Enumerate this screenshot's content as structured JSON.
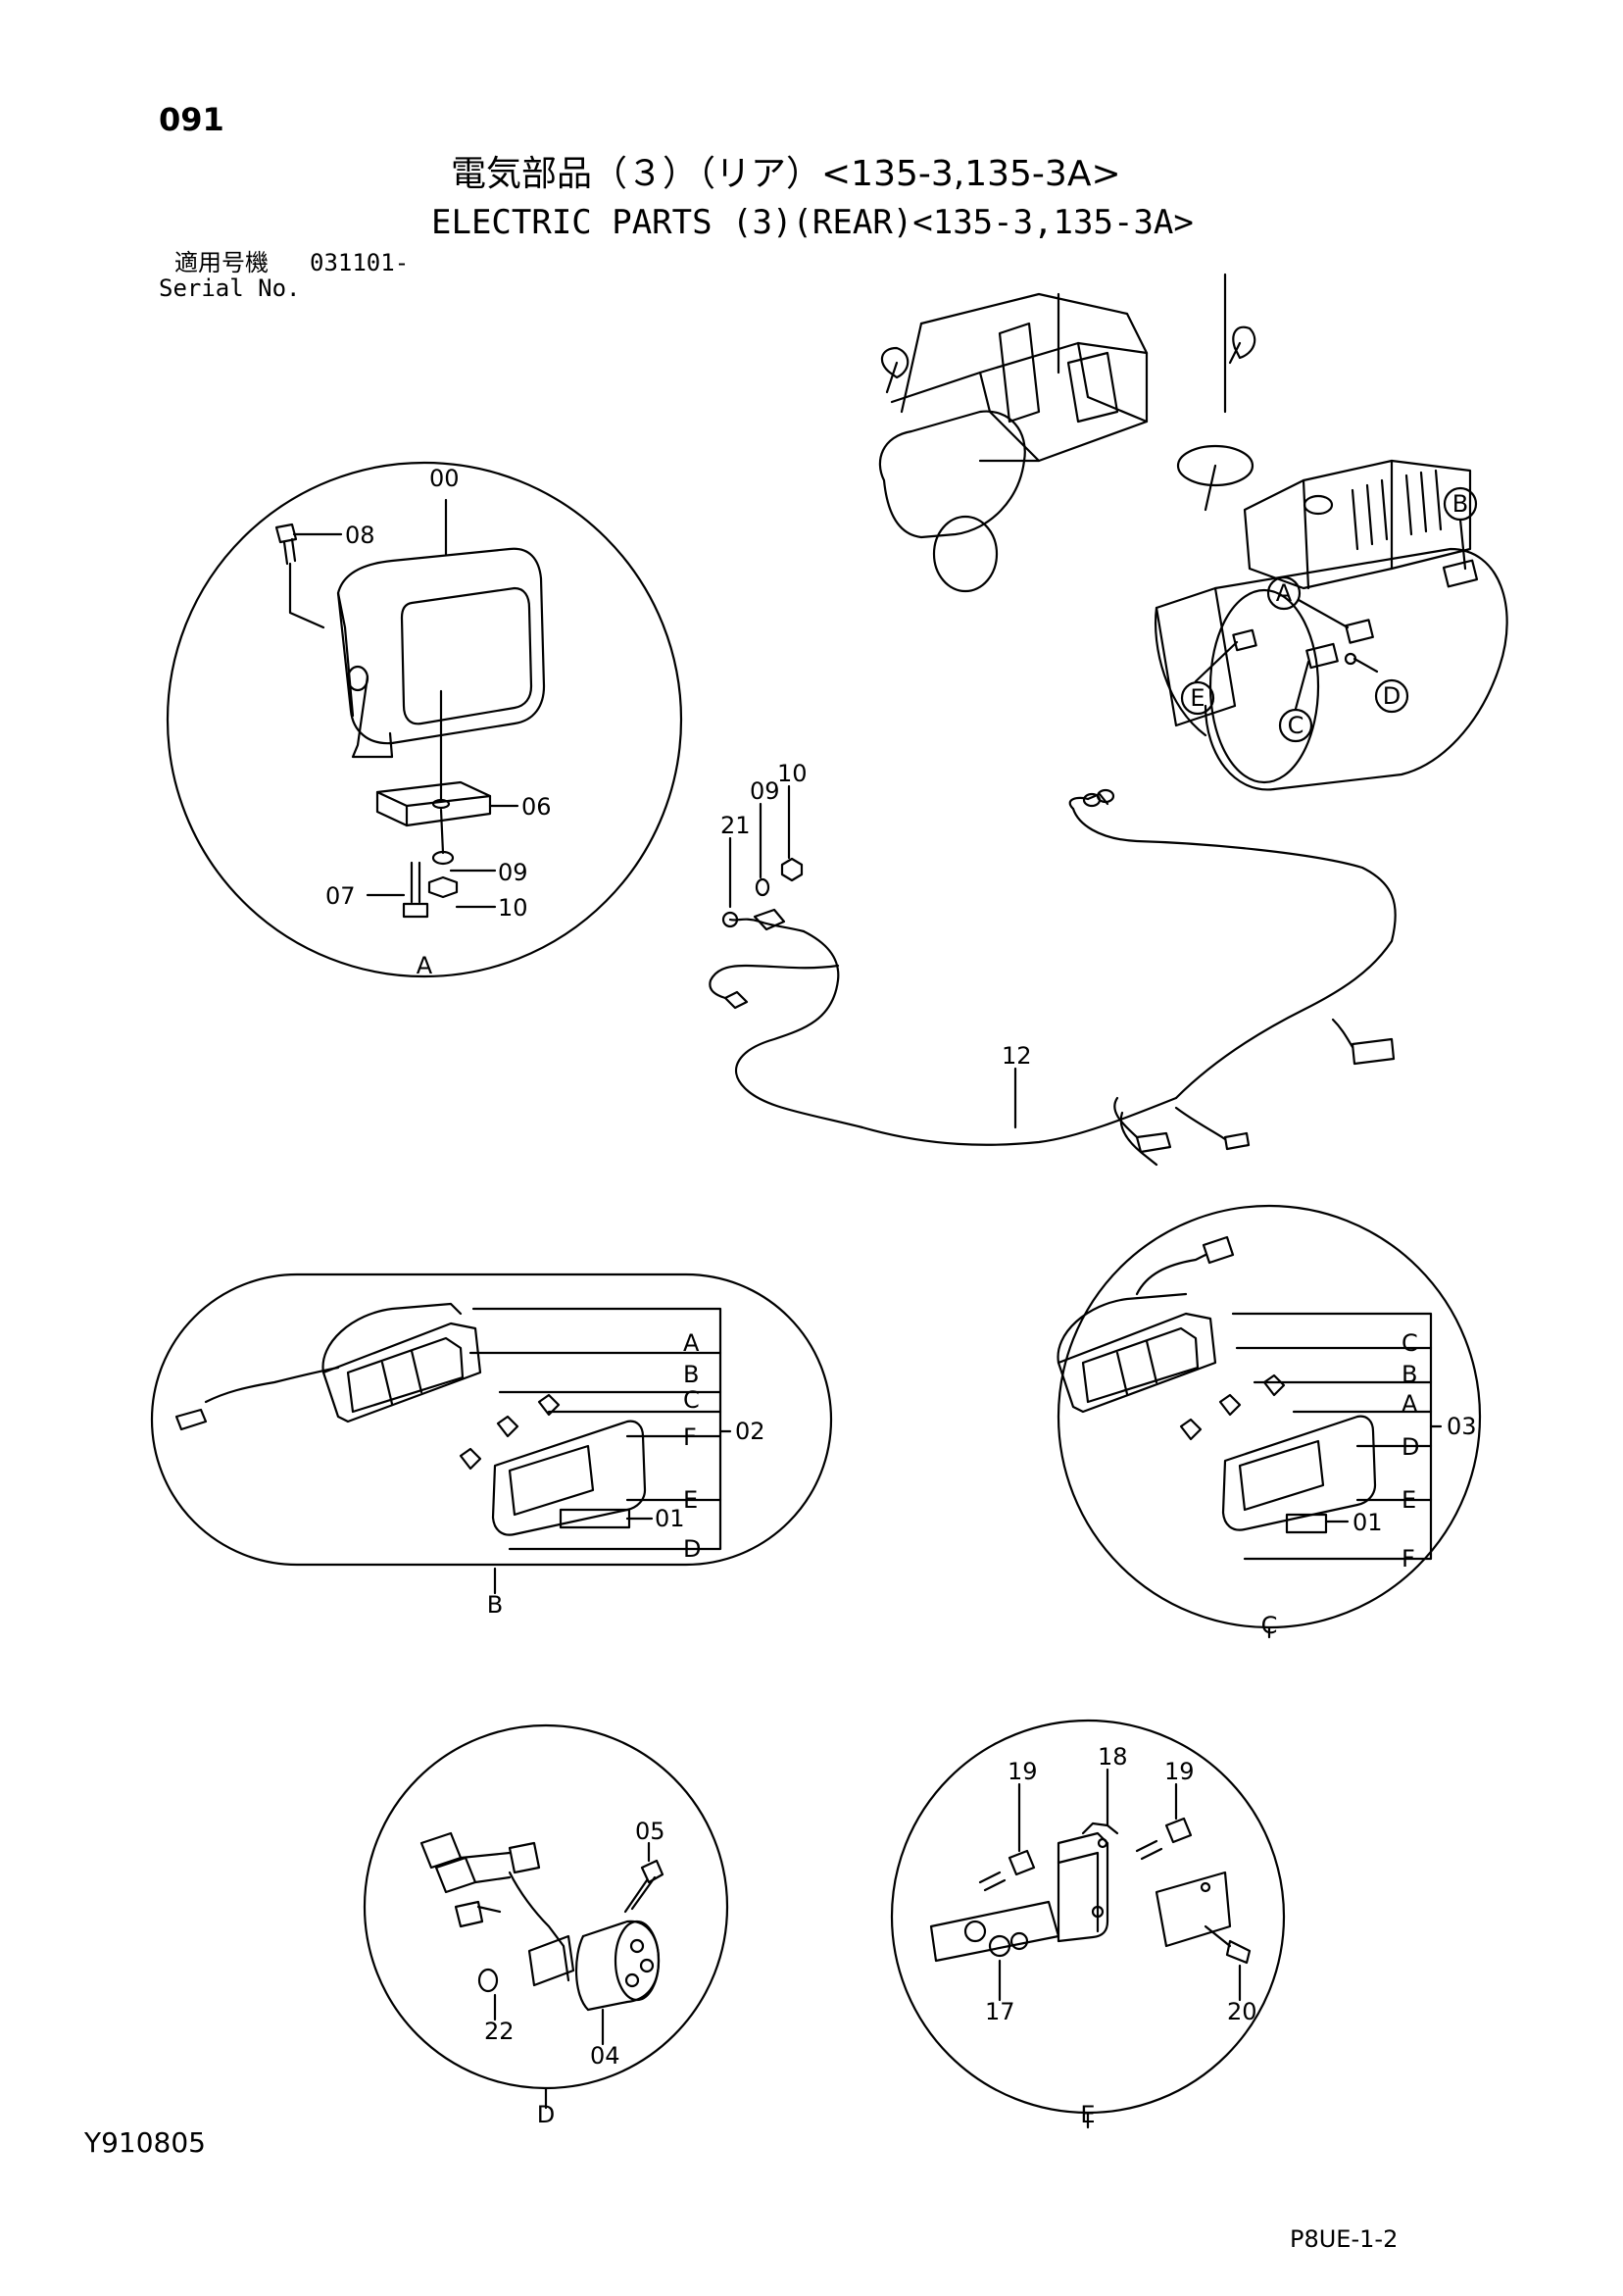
{
  "header": {
    "page_number": "091",
    "title_ja": "電気部品（３）（リア）<135-3,135-3A>",
    "title_en": "ELECTRIC PARTS (3)(REAR)<135-3,135-3A>",
    "serial_label_ja": "適用号機",
    "serial_value": "031101-",
    "serial_label_en": "Serial No."
  },
  "footer": {
    "reference": "Y910805",
    "code": "P8UE-1-2"
  },
  "machine_callouts": [
    "A",
    "B",
    "C",
    "D",
    "E"
  ],
  "detail_a": {
    "label": "A",
    "parts": [
      "00",
      "08",
      "06",
      "07",
      "09",
      "10"
    ]
  },
  "harness": {
    "parts": [
      "21",
      "09",
      "10",
      "12"
    ]
  },
  "detail_b": {
    "label": "B",
    "assembly": "02",
    "letters": [
      "A",
      "B",
      "C",
      "F",
      "E",
      "D"
    ],
    "part": "01"
  },
  "detail_c": {
    "label": "C",
    "assembly": "03",
    "letters": [
      "C",
      "B",
      "A",
      "D",
      "E",
      "F"
    ],
    "part": "01"
  },
  "detail_d": {
    "label": "D",
    "parts": [
      "05",
      "22",
      "04"
    ]
  },
  "detail_e": {
    "label": "E",
    "parts": [
      "18",
      "19",
      "19",
      "17",
      "20"
    ]
  }
}
